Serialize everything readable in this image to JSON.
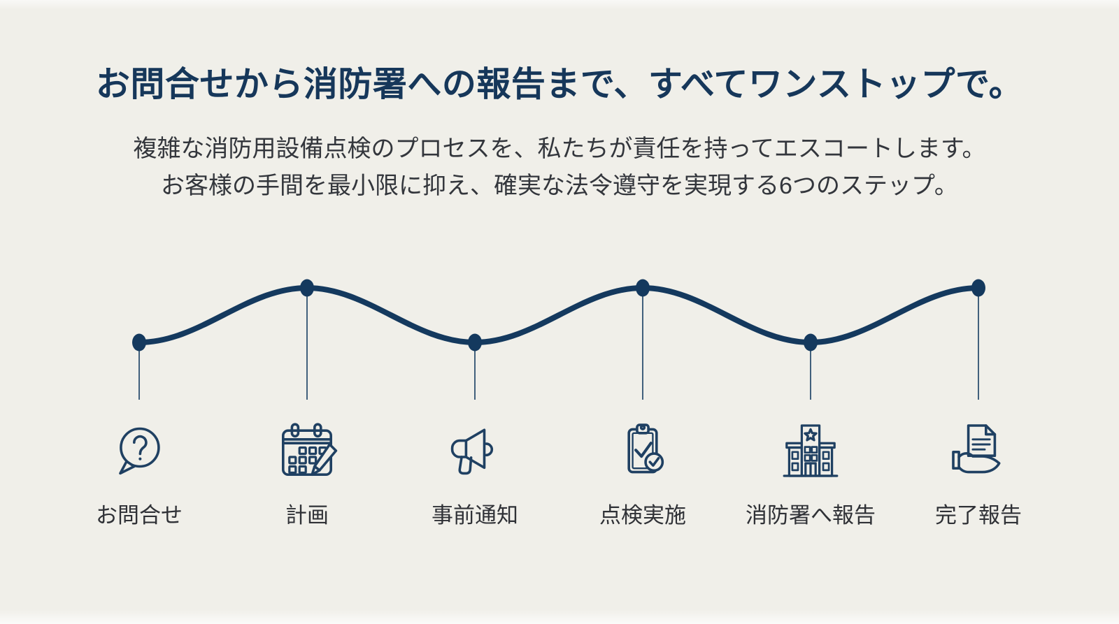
{
  "colors": {
    "background": "#f0efe9",
    "navy": "#14395e",
    "icon_stroke": "#1f4062",
    "stem": "#41607c",
    "title": "#16375a",
    "subtitle": "#33363c",
    "label": "#2f3136"
  },
  "header": {
    "title": "お問合せから消防署への報告まで、すべてワンストップで。",
    "subtitle_line1": "複雑な消防用設備点検のプロセスを、私たちが責任を持ってエスコートします。",
    "subtitle_line2": "お客様の手間を最小限に抑え、確実な法令遵守を実現する6つのステップ。"
  },
  "timeline": {
    "step_count": 6,
    "steps": [
      {
        "label": "お問合せ",
        "icon": "question-bubble-icon",
        "node": "low"
      },
      {
        "label": "計画",
        "icon": "calendar-pencil-icon",
        "node": "high"
      },
      {
        "label": "事前通知",
        "icon": "megaphone-icon",
        "node": "low"
      },
      {
        "label": "点検実施",
        "icon": "clipboard-check-icon",
        "node": "high"
      },
      {
        "label": "消防署へ報告",
        "icon": "fire-station-icon",
        "node": "low"
      },
      {
        "label": "完了報告",
        "icon": "document-hand-icon",
        "node": "high"
      }
    ]
  }
}
